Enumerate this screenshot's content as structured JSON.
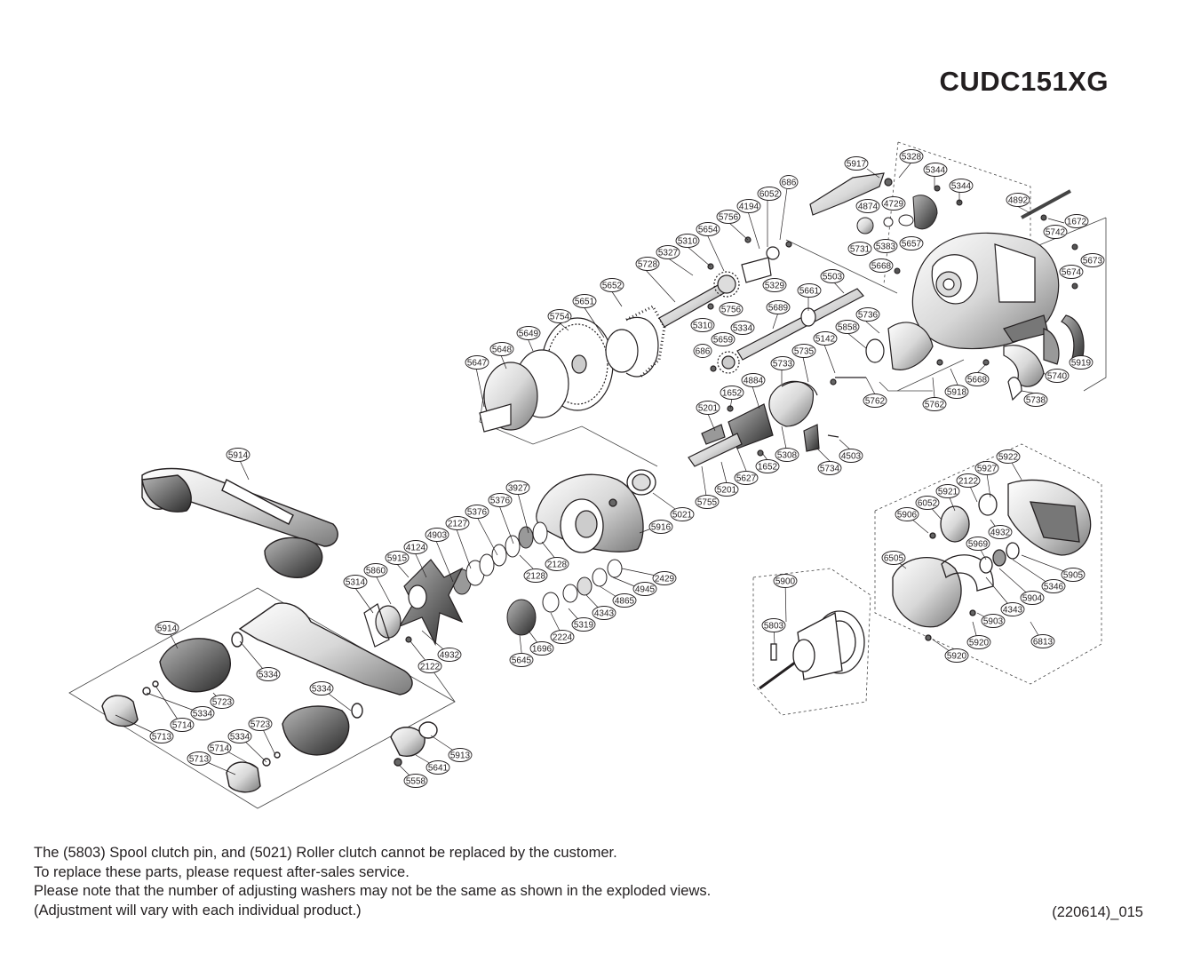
{
  "model": "CUDC151XG",
  "notes": [
    "The (5803) Spool clutch pin, and (5021) Roller clutch  cannot be replaced by the customer.",
    "To replace these parts, please request after-sales service.",
    "Please note that the number of adjusting washers may not be the same as shown in the exploded views.",
    "(Adjustment will vary with each individual product.)"
  ],
  "revision": "(220614)_015",
  "callouts": [
    {
      "label": "5917"
    },
    {
      "label": "5328"
    },
    {
      "label": "5344"
    },
    {
      "label": "5344"
    },
    {
      "label": "4892"
    },
    {
      "label": "4874"
    },
    {
      "label": "4729"
    },
    {
      "label": "1672"
    },
    {
      "label": "5742"
    },
    {
      "label": "5731"
    },
    {
      "label": "5383"
    },
    {
      "label": "5657"
    },
    {
      "label": "5673"
    },
    {
      "label": "5668"
    },
    {
      "label": "5674"
    },
    {
      "label": "686"
    },
    {
      "label": "6052"
    },
    {
      "label": "4194"
    },
    {
      "label": "5756"
    },
    {
      "label": "5654"
    },
    {
      "label": "5310"
    },
    {
      "label": "5327"
    },
    {
      "label": "5728"
    },
    {
      "label": "5329"
    },
    {
      "label": "5756"
    },
    {
      "label": "5652"
    },
    {
      "label": "5651"
    },
    {
      "label": "5310"
    },
    {
      "label": "5754"
    },
    {
      "label": "5649"
    },
    {
      "label": "5648"
    },
    {
      "label": "5647"
    },
    {
      "label": "5661"
    },
    {
      "label": "5503"
    },
    {
      "label": "5689"
    },
    {
      "label": "5736"
    },
    {
      "label": "5334"
    },
    {
      "label": "5659"
    },
    {
      "label": "5858"
    },
    {
      "label": "5142"
    },
    {
      "label": "686"
    },
    {
      "label": "5735"
    },
    {
      "label": "5733"
    },
    {
      "label": "4884"
    },
    {
      "label": "1652"
    },
    {
      "label": "5201"
    },
    {
      "label": "5762"
    },
    {
      "label": "5762"
    },
    {
      "label": "5918"
    },
    {
      "label": "5668"
    },
    {
      "label": "5919"
    },
    {
      "label": "5740"
    },
    {
      "label": "5738"
    },
    {
      "label": "5308"
    },
    {
      "label": "4503"
    },
    {
      "label": "1652"
    },
    {
      "label": "5734"
    },
    {
      "label": "5627"
    },
    {
      "label": "5201"
    },
    {
      "label": "5755"
    },
    {
      "label": "5914"
    },
    {
      "label": "3927"
    },
    {
      "label": "5376"
    },
    {
      "label": "5376"
    },
    {
      "label": "2127"
    },
    {
      "label": "4903"
    },
    {
      "label": "4124"
    },
    {
      "label": "5915"
    },
    {
      "label": "5860"
    },
    {
      "label": "5314"
    },
    {
      "label": "2128"
    },
    {
      "label": "2128"
    },
    {
      "label": "5021"
    },
    {
      "label": "5916"
    },
    {
      "label": "2429"
    },
    {
      "label": "4945"
    },
    {
      "label": "4865"
    },
    {
      "label": "4343"
    },
    {
      "label": "5319"
    },
    {
      "label": "2224"
    },
    {
      "label": "1696"
    },
    {
      "label": "5645"
    },
    {
      "label": "4932"
    },
    {
      "label": "2122"
    },
    {
      "label": "5922"
    },
    {
      "label": "5927"
    },
    {
      "label": "2122"
    },
    {
      "label": "5921"
    },
    {
      "label": "6052"
    },
    {
      "label": "5906"
    },
    {
      "label": "4932"
    },
    {
      "label": "5969"
    },
    {
      "label": "6505"
    },
    {
      "label": "5905"
    },
    {
      "label": "5346"
    },
    {
      "label": "5904"
    },
    {
      "label": "4343"
    },
    {
      "label": "5903"
    },
    {
      "label": "5920"
    },
    {
      "label": "5920"
    },
    {
      "label": "6813"
    },
    {
      "label": "5900"
    },
    {
      "label": "5803"
    },
    {
      "label": "5914"
    },
    {
      "label": "5334"
    },
    {
      "label": "5334"
    },
    {
      "label": "5723"
    },
    {
      "label": "5334"
    },
    {
      "label": "5714"
    },
    {
      "label": "5713"
    },
    {
      "label": "5723"
    },
    {
      "label": "5334"
    },
    {
      "label": "5714"
    },
    {
      "label": "5713"
    },
    {
      "label": "5913"
    },
    {
      "label": "5641"
    },
    {
      "label": "5558"
    }
  ]
}
